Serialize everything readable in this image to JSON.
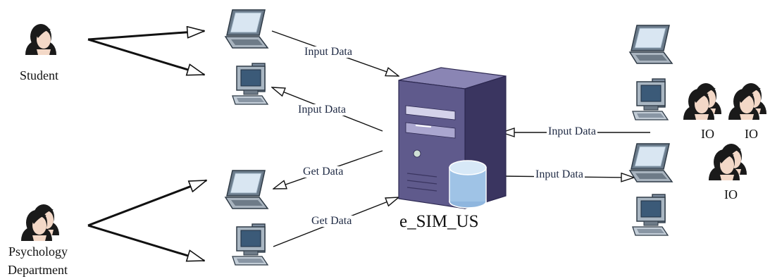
{
  "actors": {
    "student": "Student",
    "psychology_line1": "Psychology",
    "psychology_line2": "Department",
    "io_1": "IO",
    "io_2": "IO",
    "io_3": "IO"
  },
  "server": {
    "label": "e_SIM_US"
  },
  "edges": {
    "laptop_to_server": "Input Data",
    "server_to_desktop": "Input Data",
    "server_to_laptop": "Get Data",
    "desktop_to_server": "Get Data",
    "io_to_server": "Input Data",
    "server_to_io": "Input Data"
  },
  "colors": {
    "server_body": "#5f5a8c",
    "server_dark": "#3a3560",
    "database": "#9fc3e6",
    "line": "#111111",
    "label_text": "#1f2a44"
  }
}
